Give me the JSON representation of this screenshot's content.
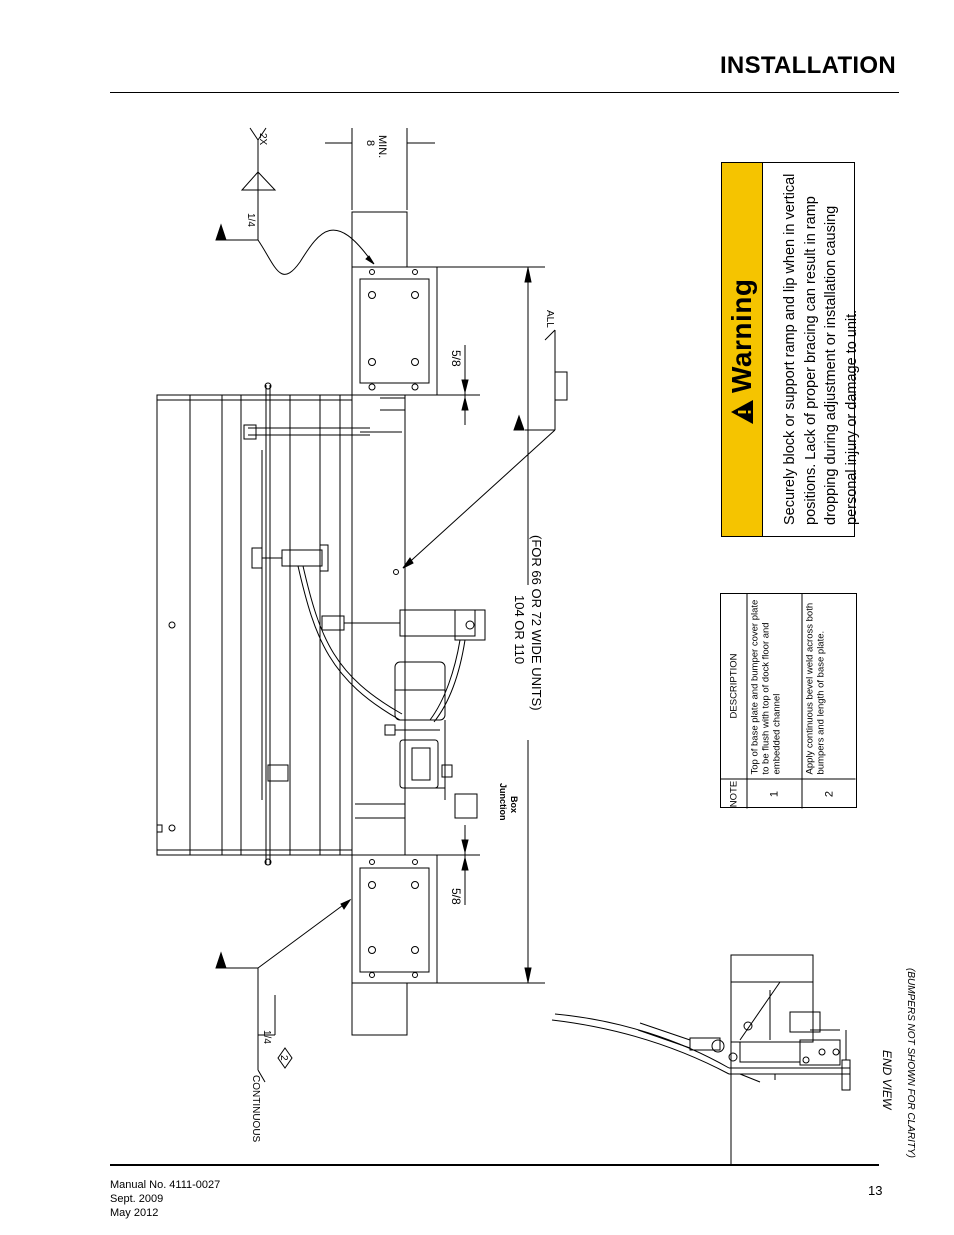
{
  "header": {
    "title": "INSTALLATION"
  },
  "footer": {
    "manual": "Manual No. 4111-0027",
    "date1": "Sept. 2009",
    "date2": "May 2012",
    "page_number": "13"
  },
  "warning": {
    "heading": "Warning",
    "text": "Securely block or support ramp and lip when in vertical positions. Lack of proper bracing can result in ramp dropping during adjustment or installation causing personal injury or damage to unit."
  },
  "notes_table": {
    "headers": {
      "note": "NOTE",
      "description": "DESCRIPTION"
    },
    "rows": [
      {
        "note": "1",
        "description": "Top of base plate and bumper cover plate to be flush with top of dock floor and embedded channel"
      },
      {
        "note": "2",
        "description": "Apply continuous bevel weld across both bumpers and length of base plate."
      }
    ]
  },
  "drawing_labels": {
    "weld_count": "2X",
    "weld_size_top": "1/4",
    "min_gap_value": "8",
    "min_gap_unit": "MIN.",
    "all_label": "ALL",
    "gap_top": "5/8",
    "gap_bottom": "5/8",
    "width_main": "104 OR 110",
    "width_alt": "(FOR 66 OR 72 WIDE UNITS)",
    "junction_box_1": "Junction",
    "junction_box_2": "Box",
    "weld_size_bottom": "1/4",
    "note_ref": "2",
    "continuous": "CONTINUOUS",
    "end_view": "END VIEW",
    "end_view_note": "(BUMPERS NOT SHOWN FOR CLARITY)"
  }
}
